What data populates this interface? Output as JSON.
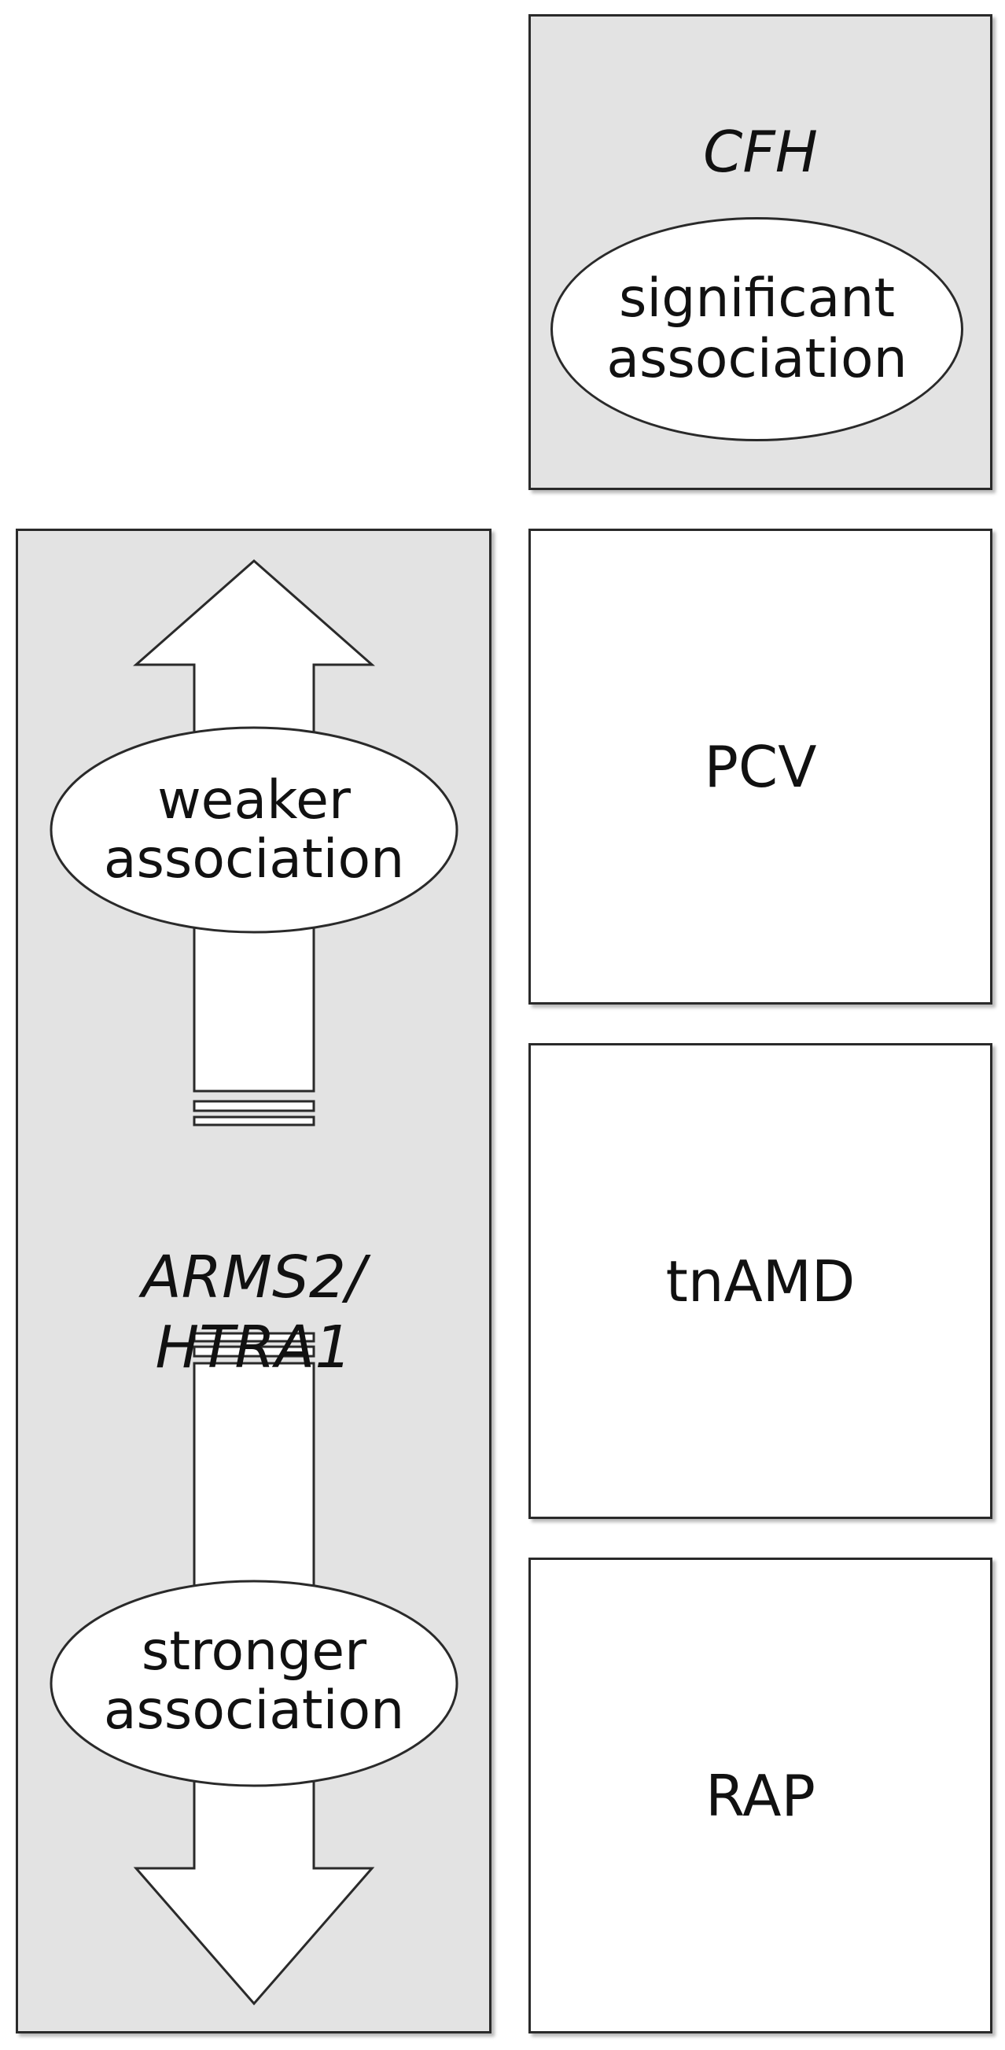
{
  "cfh": {
    "gene": "CFH",
    "association_line1": "significant",
    "association_line2": "association"
  },
  "gene_group": {
    "gene_line1": "ARMS2/",
    "gene_line2": "HTRA1",
    "up_arrow": {
      "label_line1": "weaker",
      "label_line2": "association"
    },
    "down_arrow": {
      "label_line1": "stronger",
      "label_line2": "association"
    }
  },
  "phenotypes": [
    "PCV",
    "tnAMD",
    "RAP"
  ],
  "colors": {
    "panel_gray": "#e3e3e3",
    "border": "#2a2a2a"
  }
}
